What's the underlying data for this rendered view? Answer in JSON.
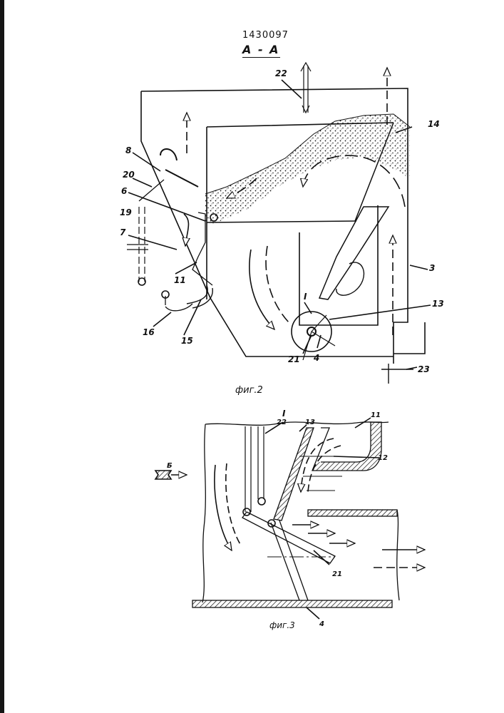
{
  "document": {
    "patent_number": "1430097",
    "section_label": "A - A"
  },
  "figure2": {
    "caption": "фиг.2",
    "labels": {
      "l22": "22",
      "l14": "14",
      "l8": "8",
      "l20": "20",
      "l6": "6",
      "l19": "19",
      "l7": "7",
      "l11": "11",
      "l16": "16",
      "l15": "15",
      "l21": "21",
      "l4": "4",
      "l3": "3",
      "l13": "13",
      "l23": "23",
      "lI": "I"
    }
  },
  "figure3": {
    "caption": "фиг.3",
    "labels": {
      "lI": "I",
      "l22": "22",
      "l13": "13",
      "l11": "11",
      "l12": "12",
      "lB": "Б",
      "l21": "21",
      "l4": "4"
    }
  },
  "colors": {
    "ink": "#111111",
    "paper": "#ffffff",
    "edge": "#151515"
  }
}
